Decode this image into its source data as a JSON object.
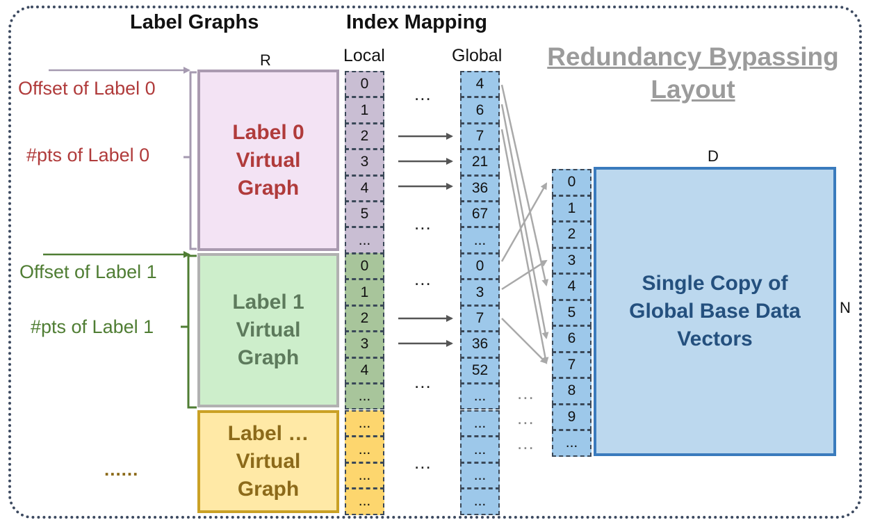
{
  "headers": {
    "label_graphs": "Label Graphs",
    "index_mapping": "Index Mapping",
    "local": "Local",
    "global": "Global",
    "r": "R",
    "d": "D",
    "n": "N"
  },
  "layout_title": {
    "line1": "Redundancy Bypassing",
    "line2": "Layout"
  },
  "left_labels": {
    "offset_label0": "Offset of Label 0",
    "pts_label0": "#pts of Label 0",
    "offset_label1": "Offset of Label 1",
    "pts_label1": "#pts of Label 1",
    "more": "......"
  },
  "blocks": {
    "label0": [
      "Label 0",
      "Virtual",
      "Graph"
    ],
    "label1": [
      "Label 1",
      "Virtual",
      "Graph"
    ],
    "labelN": [
      "Label …",
      "Virtual",
      "Graph"
    ],
    "base": [
      "Single Copy of",
      "Global Base Data",
      "Vectors"
    ]
  },
  "local_ids": {
    "label0": [
      "0",
      "1",
      "2",
      "3",
      "4",
      "5",
      "..."
    ],
    "label1": [
      "0",
      "1",
      "2",
      "3",
      "4",
      "..."
    ],
    "labelN": [
      "...",
      "...",
      "...",
      "..."
    ]
  },
  "global_ids": {
    "label0": [
      "4",
      "6",
      "7",
      "21",
      "36",
      "67",
      "..."
    ],
    "label1": [
      "0",
      "3",
      "7",
      "36",
      "52",
      "..."
    ],
    "labelN": [
      "...",
      "...",
      "...",
      "..."
    ]
  },
  "base_ids": [
    "0",
    "1",
    "2",
    "3",
    "4",
    "5",
    "6",
    "7",
    "8",
    "9",
    "..."
  ],
  "ellipsis": "..."
}
